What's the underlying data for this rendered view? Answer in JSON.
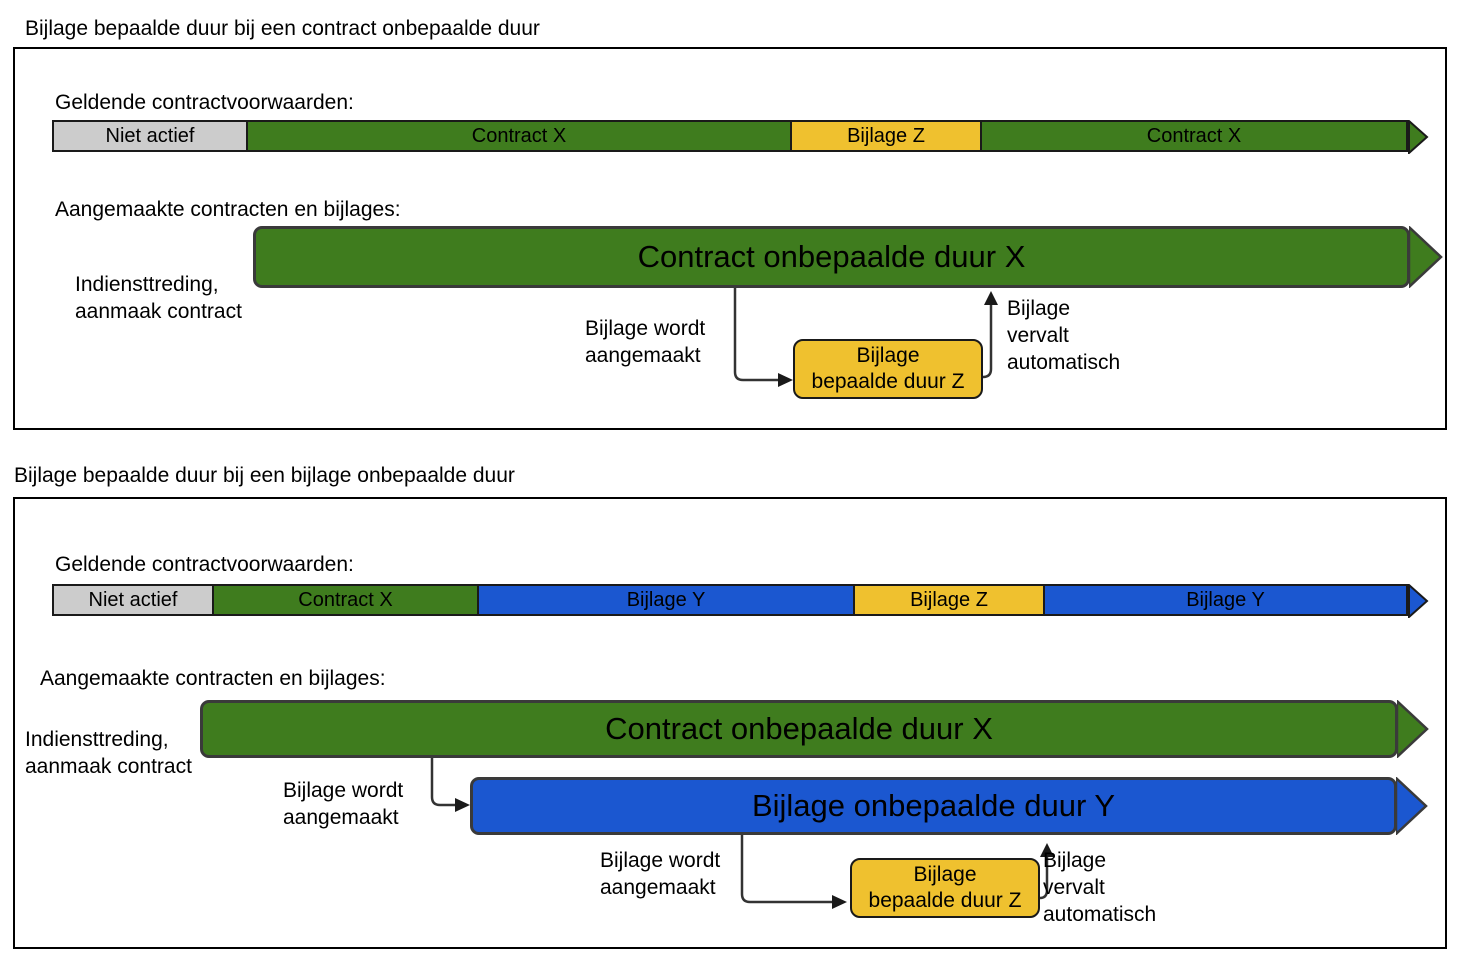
{
  "colors": {
    "green": "#3F7C1E",
    "blue": "#1B57D0",
    "yellow": "#EFC12F",
    "gray": "#CCCCCC"
  },
  "panel1": {
    "title": "Bijlage bepaalde duur bij een contract onbepaalde duur",
    "conditions_label": "Geldende contractvoorwaarden:",
    "created_label": "Aangemaakte contracten en bijlages:",
    "timeline": {
      "segments": [
        {
          "label": "Niet actief",
          "color": "gray"
        },
        {
          "label": "Contract X",
          "color": "green"
        },
        {
          "label": "Bijlage Z",
          "color": "yellow"
        },
        {
          "label": "Contract X",
          "color": "green"
        }
      ]
    },
    "contract_bar_label": "Contract onbepaalde duur X",
    "annex_box_label": "Bijlage\nbepaalde duur Z",
    "annotations": {
      "hire": "Indiensttreding,\naanmaak contract",
      "annex_created": "Bijlage wordt\naangemaakt",
      "annex_expires": "Bijlage\nvervalt\nautomatisch"
    }
  },
  "panel2": {
    "title": "Bijlage bepaalde duur bij een bijlage onbepaalde duur",
    "conditions_label": "Geldende contractvoorwaarden:",
    "created_label": "Aangemaakte contracten en bijlages:",
    "timeline": {
      "segments": [
        {
          "label": "Niet actief",
          "color": "gray"
        },
        {
          "label": "Contract X",
          "color": "green"
        },
        {
          "label": "Bijlage Y",
          "color": "blue"
        },
        {
          "label": "Bijlage Z",
          "color": "yellow"
        },
        {
          "label": "Bijlage Y",
          "color": "blue"
        }
      ]
    },
    "contract_bar_label": "Contract onbepaalde duur X",
    "annex_bar_label": "Bijlage onbepaalde duur Y",
    "annex_box_label": "Bijlage\nbepaalde duur Z",
    "annotations": {
      "hire": "Indiensttreding,\naanmaak contract",
      "annex_created_1": "Bijlage wordt\naangemaakt",
      "annex_created_2": "Bijlage wordt\naangemaakt",
      "annex_expires": "Bijlage\nvervalt\nautomatisch"
    }
  }
}
